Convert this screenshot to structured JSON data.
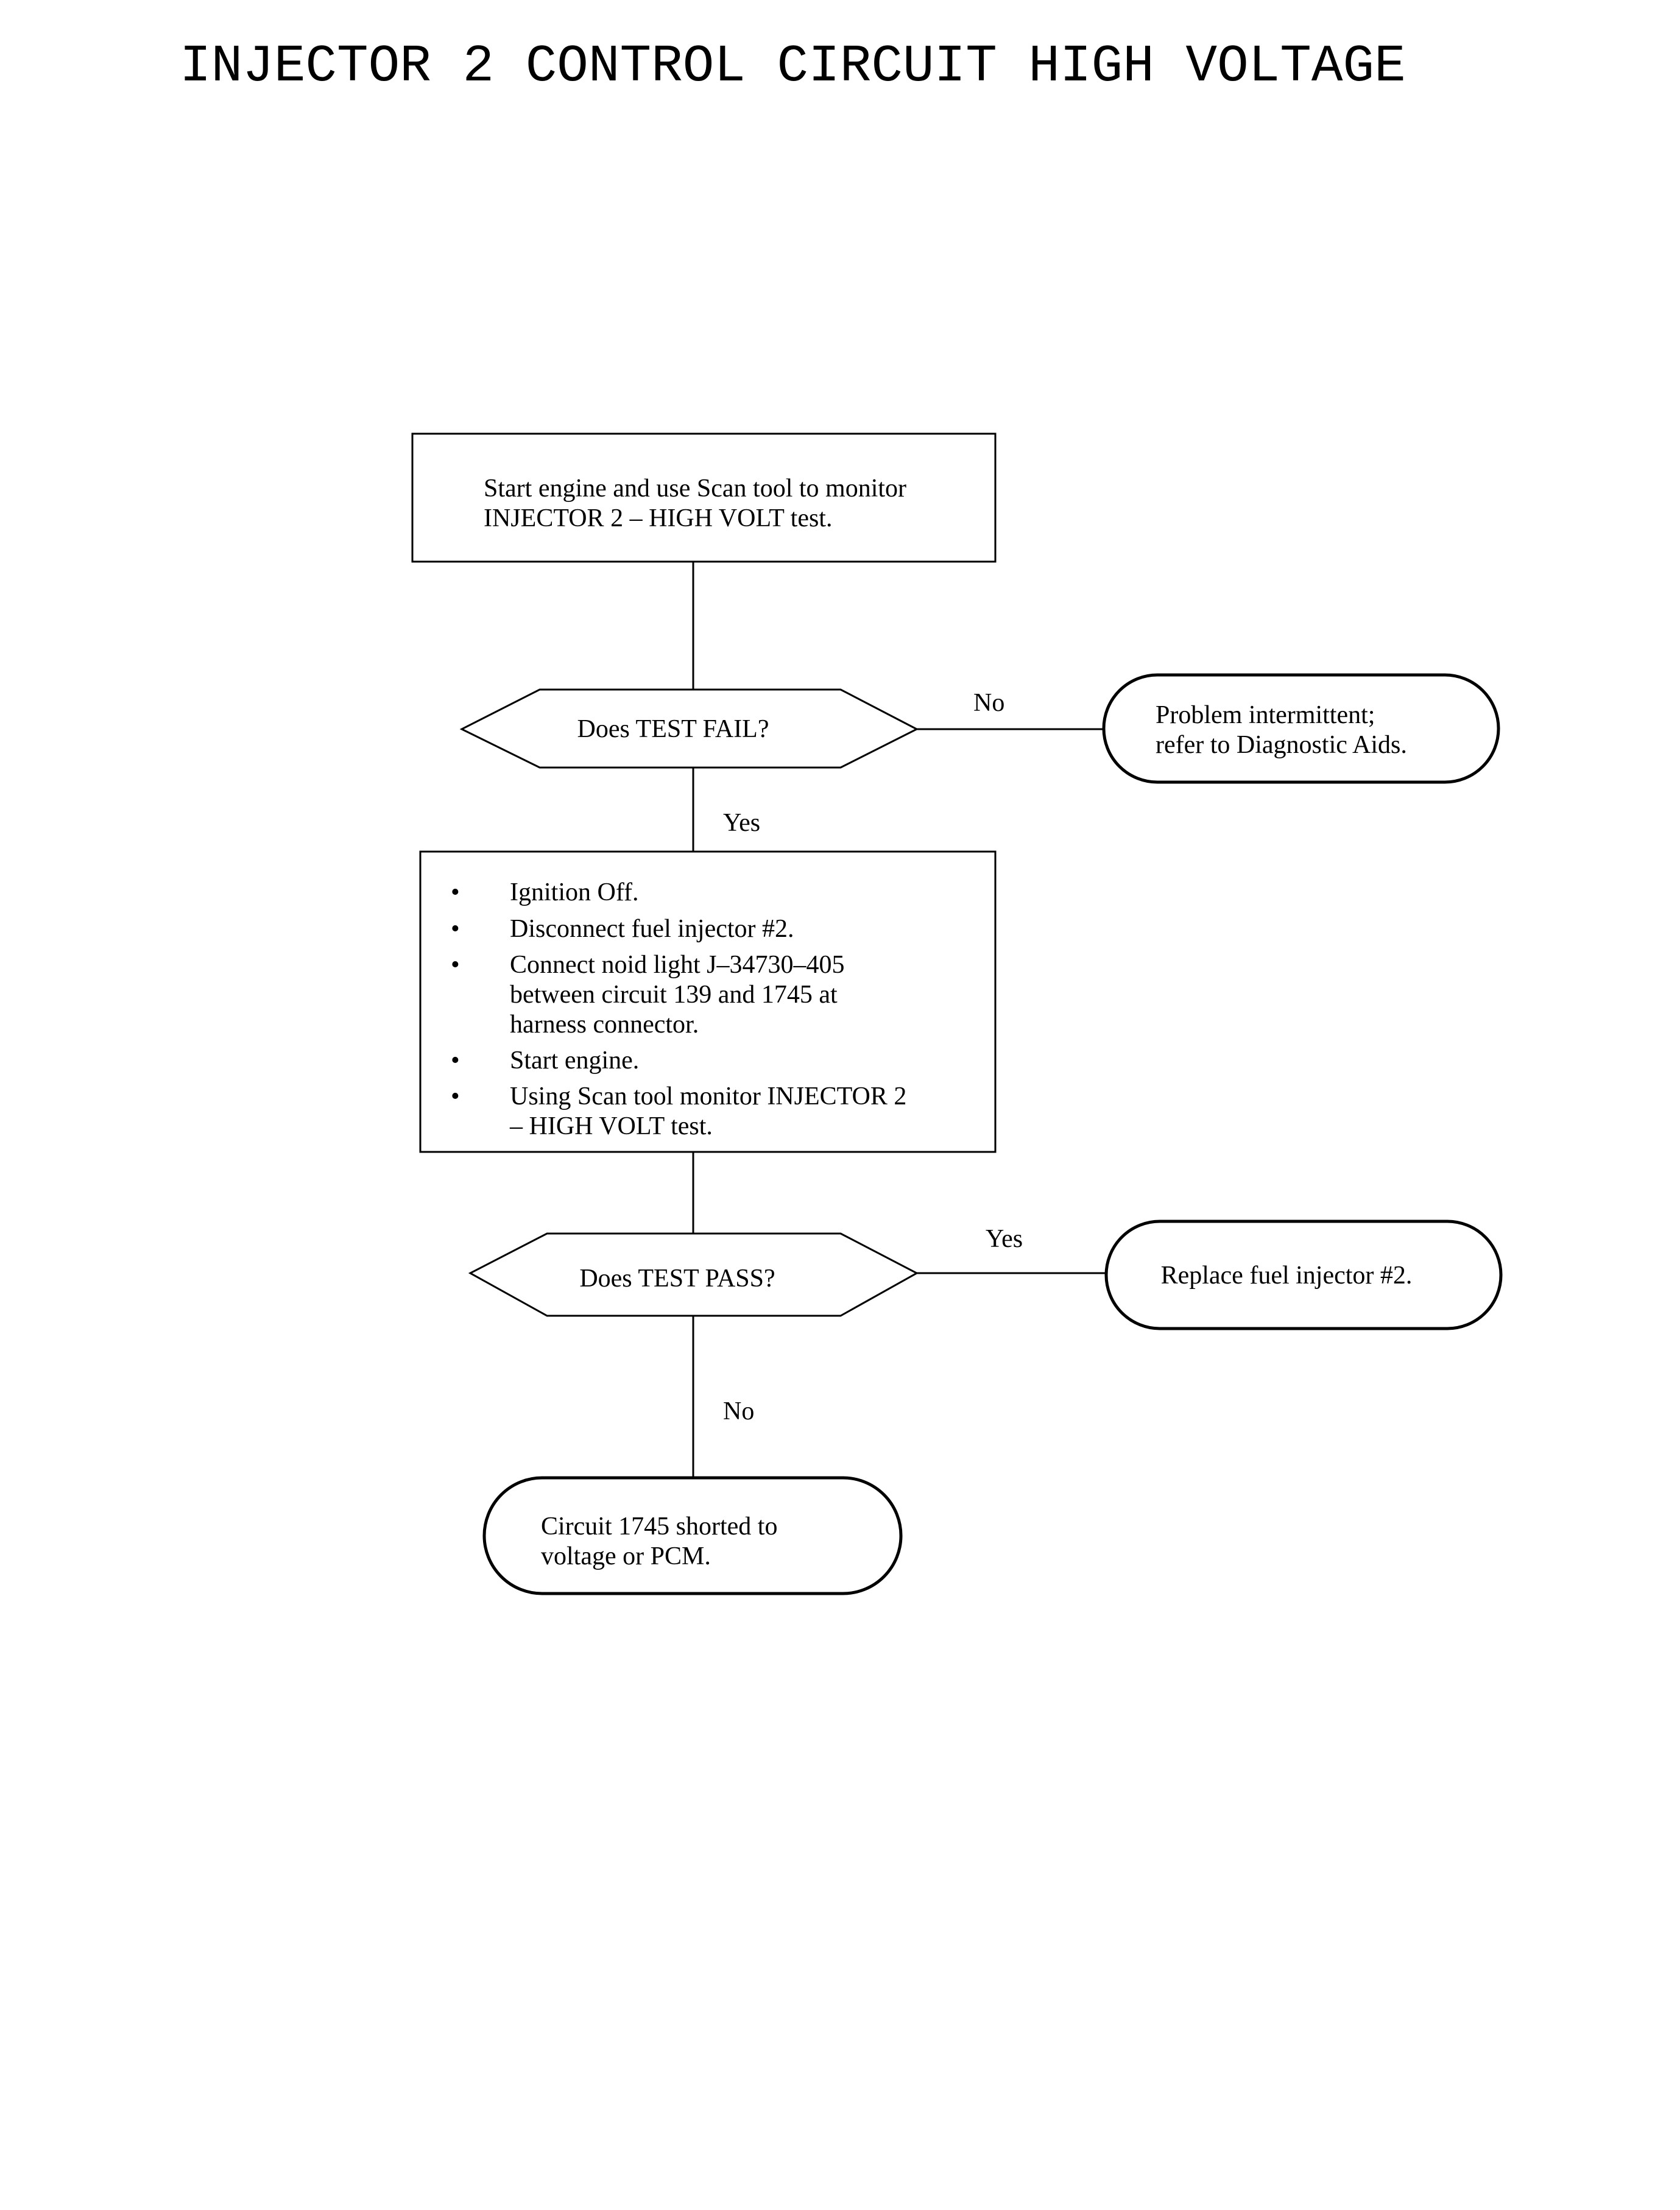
{
  "title": "INJECTOR 2 CONTROL CIRCUIT HIGH VOLTAGE",
  "colors": {
    "line": "#000000",
    "background": "#ffffff"
  },
  "flowchart": {
    "start_box": {
      "lines": [
        "Start engine and use Scan tool to monitor",
        "INJECTOR 2 – HIGH VOLT test."
      ]
    },
    "decision_fail": {
      "text": "Does TEST FAIL?"
    },
    "branch_no_1": {
      "label": "No"
    },
    "intermittent": {
      "lines": [
        "Problem intermittent;",
        "refer to Diagnostic Aids."
      ]
    },
    "branch_yes_1": {
      "label": "Yes"
    },
    "steps_box": {
      "bullet": "•",
      "items": [
        {
          "lines": [
            "Ignition Off."
          ]
        },
        {
          "lines": [
            "Disconnect fuel injector #2."
          ]
        },
        {
          "lines": [
            "Connect noid light J–34730–405",
            "between circuit 139 and 1745 at",
            "harness connector."
          ]
        },
        {
          "lines": [
            "Start engine."
          ]
        },
        {
          "lines": [
            "Using Scan tool monitor INJECTOR 2",
            "– HIGH VOLT test."
          ]
        }
      ]
    },
    "decision_pass": {
      "text": "Does TEST PASS?"
    },
    "branch_yes_2": {
      "label": "Yes"
    },
    "replace": {
      "text": "Replace fuel injector #2."
    },
    "branch_no_2": {
      "label": "No"
    },
    "shorted": {
      "lines": [
        "Circuit 1745 shorted to",
        "voltage or PCM."
      ]
    }
  }
}
